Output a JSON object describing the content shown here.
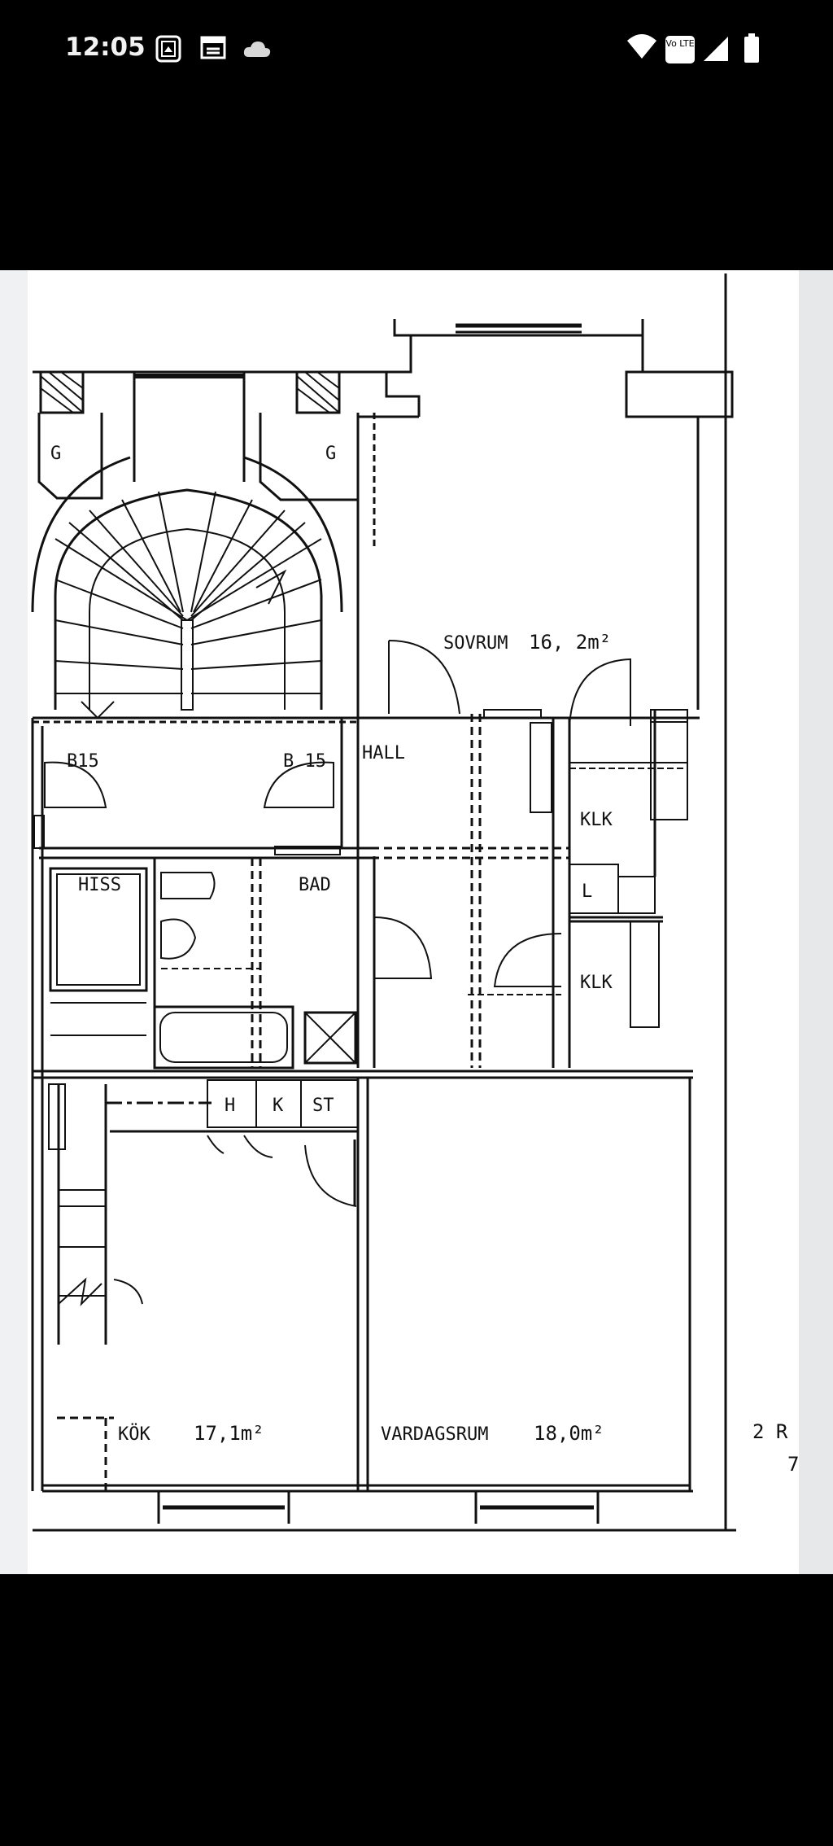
{
  "status_bar": {
    "time": "12:05",
    "network_label": "Vo LTE",
    "icons": [
      "gallery-icon",
      "calendar-icon",
      "cloud-icon",
      "wifi-icon",
      "volte-icon",
      "signal-icon",
      "battery-icon"
    ]
  },
  "floor_plan": {
    "rooms": {
      "sovrum": {
        "name": "SOVRUM",
        "area": "16, 2m²"
      },
      "kok": {
        "name": "KÖK",
        "area": "17,1m²"
      },
      "vardagsrum": {
        "name": "VARDAGSRUM",
        "area": "18,0m²"
      },
      "hall": {
        "name": "HALL"
      },
      "bad": {
        "name": "BAD"
      },
      "hiss": {
        "name": "HISS"
      },
      "klk_top": {
        "name": "KLK"
      },
      "klk_bottom": {
        "name": "KLK"
      },
      "l": {
        "name": "L"
      },
      "b15_left": {
        "name": "B15"
      },
      "b15_right": {
        "name": "B 15"
      },
      "g_left": {
        "name": "G"
      },
      "g_right": {
        "name": "G"
      },
      "h": {
        "name": "H"
      },
      "k": {
        "name": "K"
      },
      "st": {
        "name": "ST"
      }
    },
    "edge_text_top": "2 R",
    "edge_text_bottom": "7"
  }
}
